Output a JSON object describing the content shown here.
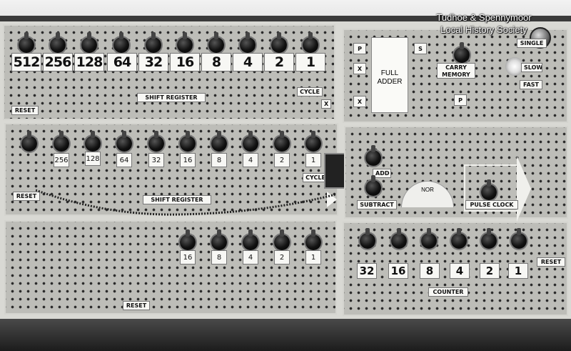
{
  "watermark": {
    "line1": "Tudhoe & Spennymoor",
    "line2": "Local History Society"
  },
  "top_register": {
    "bits": [
      "512",
      "256",
      "128",
      "64",
      "32",
      "16",
      "8",
      "4",
      "2",
      "1"
    ],
    "name": "SHIFT REGISTER",
    "reset": "RESET",
    "cycle": "CYCLE",
    "x": "X"
  },
  "middle_register": {
    "bits": [
      "256",
      "128",
      "64",
      "32",
      "16",
      "8",
      "4",
      "2",
      "1"
    ],
    "name": "SHIFT REGISTER",
    "reset": "RESET",
    "cycle": "CYCLE"
  },
  "bottom_register": {
    "bits": [
      "16",
      "8",
      "4",
      "2",
      "1"
    ],
    "reset": "RESET"
  },
  "adder_panel": {
    "p": "P",
    "x1": "X",
    "x2": "X",
    "s": "S",
    "full_adder_line1": "FULL",
    "full_adder_line2": "ADDER",
    "carry_memory_line1": "CARRY",
    "carry_memory_line2": "MEMORY",
    "p2": "P",
    "single": "SINGLE",
    "slow": "SLOW",
    "fast": "FAST"
  },
  "control_panel": {
    "add": "ADD",
    "subtract": "SUBTRACT",
    "nor": "NOR",
    "pulse_clock": "PULSE CLOCK"
  },
  "counter": {
    "bits": [
      "32",
      "16",
      "8",
      "4",
      "2",
      "1"
    ],
    "name": "COUNTER",
    "reset": "RESET"
  }
}
